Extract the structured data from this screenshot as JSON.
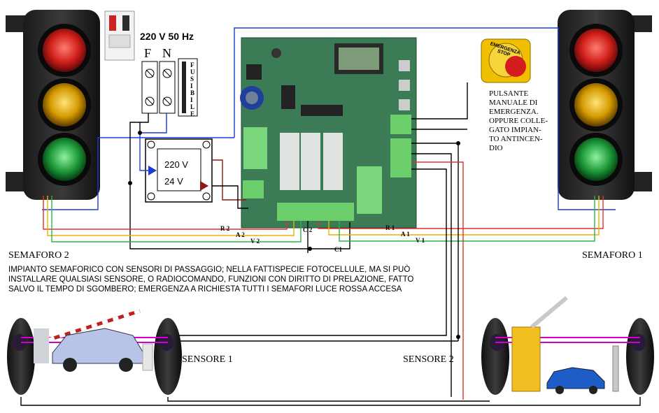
{
  "power": {
    "label": "220 V 50 Hz",
    "phase": "F",
    "neutral": "N",
    "fuse": "FUSIBILE"
  },
  "transformer": {
    "primary": "220 V",
    "secondary": "24 V"
  },
  "emergency": {
    "button_text": "EMERGENZA STOP",
    "caption_lines": [
      "PULSANTE",
      "MANUALE DI",
      "EMERGENZA.",
      "OPPURE COLLE-",
      "GATO IMPIAN-",
      "TO ANTINCEN-",
      "DIO"
    ]
  },
  "wires": {
    "r2": "R 2",
    "a2": "A 2",
    "v2": "V 2",
    "c2": "C 2",
    "c1": "C1",
    "r1": "R 1",
    "a1": "A 1",
    "v1": "V 1"
  },
  "semaforo_left": "SEMAFORO 2",
  "semaforo_right": "SEMAFORO 1",
  "description_lines": [
    "IMPIANTO SEMAFORICO CON SENSORI DI PASSAGGIO; NELLA FATTISPECIE FOTOCELLULE, MA SI PUÒ",
    "INSTALLARE QUALSIASI SENSORE, O RADIOCOMANDO, FUNZIONI CON DIRITTO DI PRELAZIONE, FATTO",
    "SALVO IL TEMPO DI SGOMBERO; EMERGENZA A RICHIESTA TUTTI I SEMAFORI LUCE ROSSA ACCESA"
  ],
  "sensor_left": "SENSORE 1",
  "sensor_right": "SENSORE 2",
  "colors": {
    "red": "#e0302a",
    "yellow": "#e8b400",
    "green": "#2db34a",
    "blue": "#1a3cd6",
    "board": "#3a7d55"
  }
}
